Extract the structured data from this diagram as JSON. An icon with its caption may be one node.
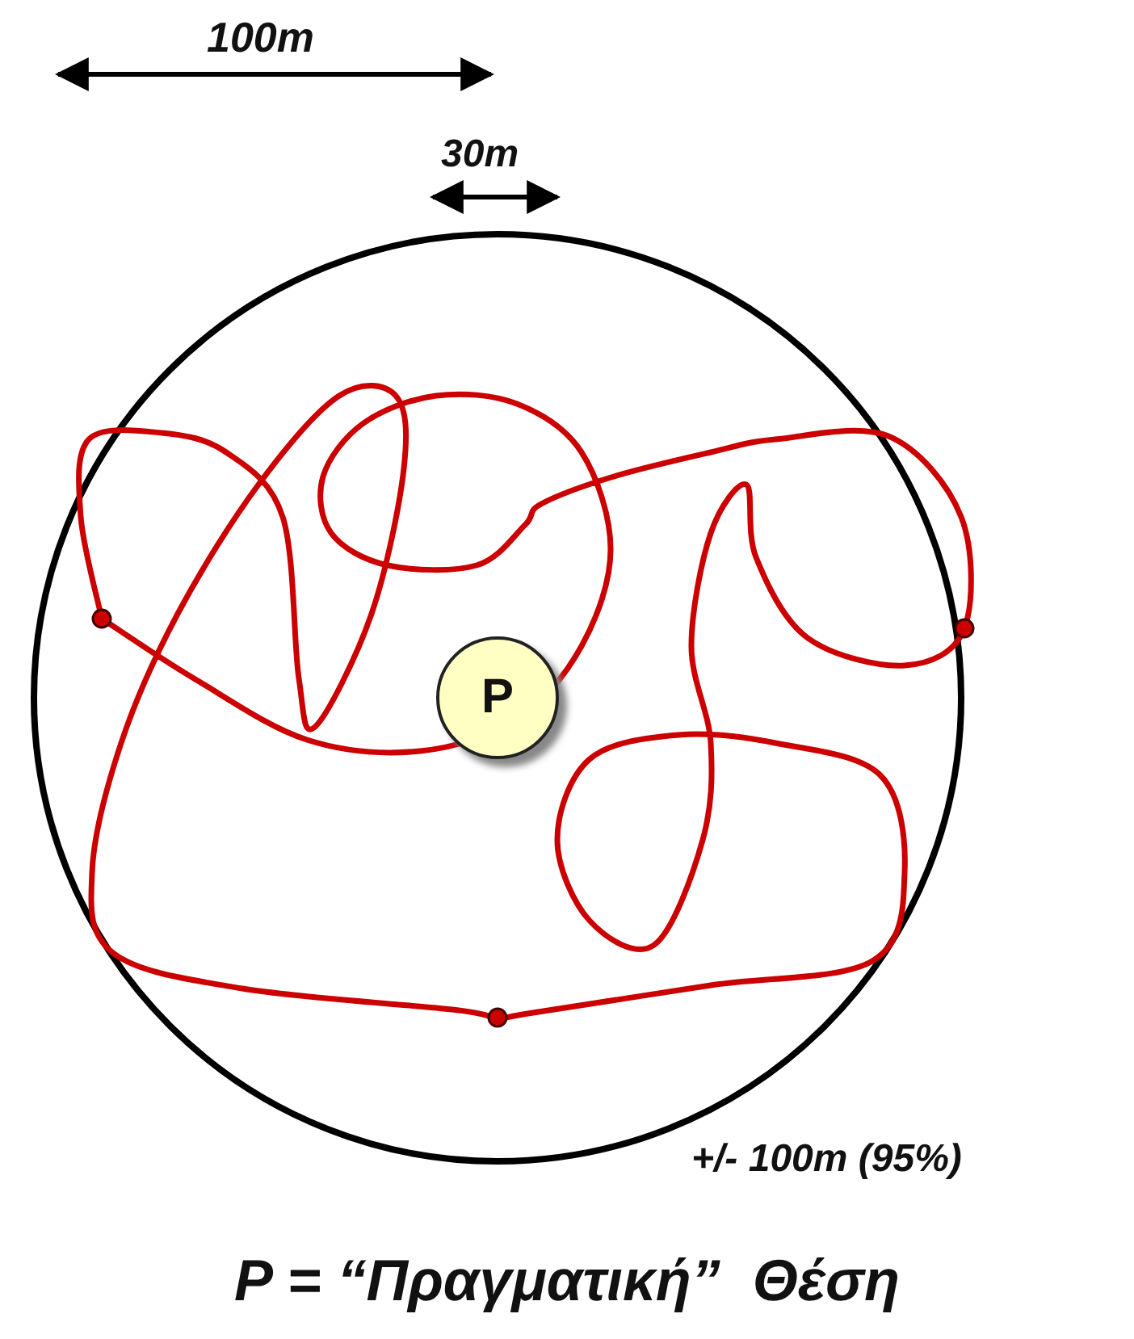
{
  "diagram": {
    "caption": "P = “Πραγματική”  Θέση",
    "nodes": [
      {
        "text": [
          "P"
        ]
      }
    ],
    "labels": [
      "100m",
      "30m",
      "+/- 100m (95%)"
    ]
  }
}
